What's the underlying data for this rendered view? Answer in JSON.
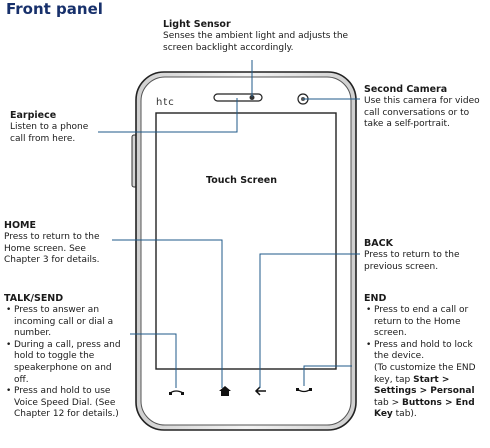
{
  "title": "Front panel",
  "phone": {
    "brand": "htc",
    "screen_label": "Touch Screen",
    "buttons": [
      "home-icon",
      "back-arrow-icon",
      "call-send-icon",
      "end-call-icon"
    ]
  },
  "light_sensor": {
    "label": "Light Sensor",
    "desc": "Senses the ambient light and adjusts the screen backlight accordingly."
  },
  "second_camera": {
    "label": "Second Camera",
    "desc": "Use this camera for video call conversations or to take a self-portrait."
  },
  "earpiece": {
    "label": "Earpiece",
    "desc": "Listen to a phone call from here."
  },
  "home": {
    "label": "HOME",
    "desc": "Press to return to the Home screen. See Chapter 3 for details."
  },
  "back": {
    "label": "BACK",
    "desc": "Press to return to the previous screen."
  },
  "talk_send": {
    "label": "TALK/SEND",
    "items": [
      "Press to answer an incoming call or dial a number.",
      "During a call, press and hold to toggle the speakerphone on and off.",
      "Press and hold to use Voice Speed Dial. (See Chapter 12 for details.)"
    ]
  },
  "end": {
    "label": "END",
    "items": [
      "Press to end a call or return to the Home screen.",
      "Press and hold to lock the device."
    ],
    "note": {
      "prefix": "(To customize the END key, tap ",
      "b1": "Start > Settings > Personal",
      "mid1": " tab > ",
      "b2": "Buttons > End Key",
      "suffix": " tab)."
    }
  }
}
